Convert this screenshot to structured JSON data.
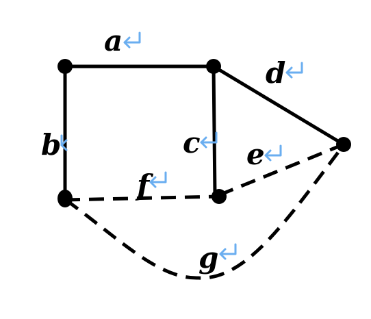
{
  "graph": {
    "colors": {
      "edge": "#000000",
      "vertex": "#000000",
      "label": "#000000",
      "paragraph_mark": "#6aaef0"
    },
    "vertices": [
      {
        "id": "v1"
      },
      {
        "id": "v2"
      },
      {
        "id": "v3"
      },
      {
        "id": "v4"
      },
      {
        "id": "v5"
      }
    ],
    "edges": [
      {
        "label": "a",
        "from": "v1",
        "to": "v2",
        "style": "solid"
      },
      {
        "label": "b",
        "from": "v1",
        "to": "v4",
        "style": "solid"
      },
      {
        "label": "c",
        "from": "v2",
        "to": "v5",
        "style": "solid"
      },
      {
        "label": "d",
        "from": "v2",
        "to": "v3",
        "style": "solid"
      },
      {
        "label": "e",
        "from": "v5",
        "to": "v3",
        "style": "dashed"
      },
      {
        "label": "f",
        "from": "v4",
        "to": "v5",
        "style": "dashed"
      },
      {
        "label": "g",
        "from": "v4",
        "to": "v3",
        "style": "dashed",
        "curved": true
      }
    ]
  }
}
